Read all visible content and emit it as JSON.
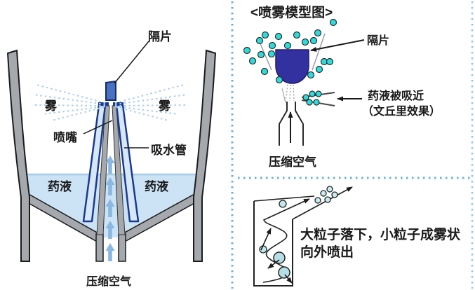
{
  "left_diagram": {
    "baffle_label": "隔片",
    "mist_left": "雾",
    "mist_right": "雾",
    "nozzle_label": "喷嘴",
    "suction_tube_label": "吸水管",
    "liquid_left": "药液",
    "liquid_right": "药液",
    "compressed_air_label": "压缩空气"
  },
  "spray_model": {
    "title": "<喷雾模型图>",
    "baffle_label": "隔片",
    "venturi_label_line1": "药液被吸近",
    "venturi_label_line2": "（文丘里效果）",
    "compressed_air_label": "压缩空气"
  },
  "particle_model": {
    "caption_line1": "大粒子落下，小粒子成雾状",
    "caption_line2": "向外喷出"
  },
  "colors": {
    "vessel_gray": "#a5a9ae",
    "outline_black": "#1c1c1c",
    "tube_navy": "#1b3a8f",
    "tube_lightblue": "#d6e8f7",
    "liquid_blue": "#cbe3f5",
    "liquid_label_navy": "#1d3f96",
    "air_arrow_blue": "#8ab8e2",
    "spray_dot_blue": "#a9cdea",
    "baffle_fill": "#4a70c0",
    "dome_blue": "#33309f",
    "droplet_cyan": "#2bdcdc",
    "divider_dot_blue": "#62b2dc",
    "particle_circle_fill": "#b5dfe6"
  }
}
